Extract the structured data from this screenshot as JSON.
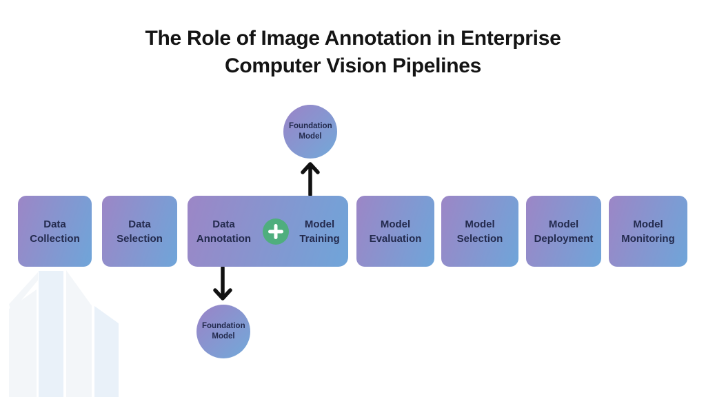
{
  "title": {
    "line1": "The Role of Image Annotation in Enterprise",
    "line2": "Computer Vision Pipelines"
  },
  "stages": [
    {
      "label": "Data Collection"
    },
    {
      "label": "Data Selection"
    },
    {
      "left_label": "Data Annotation",
      "plus": "+",
      "right_label": "Model Training"
    },
    {
      "label": "Model Evaluation"
    },
    {
      "label": "Model Selection"
    },
    {
      "label": "Model Deployment"
    },
    {
      "label": "Model Monitoring"
    }
  ],
  "foundation_top": {
    "label": "Foundation Model"
  },
  "foundation_bottom": {
    "label": "Foundation Model"
  },
  "icons": {
    "plus": "plus-icon",
    "arrow_up": "arrow-up-icon",
    "arrow_down": "arrow-down-icon",
    "watermark": "building-watermark"
  },
  "colors": {
    "box-grad-start": "#9C86C6",
    "box-grad-end": "#6FA5D9",
    "circle-grad-start": "#9B83C7",
    "circle-grad-end": "#72A9D9",
    "label-navy": "#232A4D",
    "title-black": "#141414",
    "plus-green": "#4FAE7E",
    "plus-cross": "#FFFFFF",
    "arrow-black": "#111111",
    "watermark-gray": "#F3F6F9",
    "watermark-blue": "#E9F1F9",
    "background": "#FFFFFF"
  }
}
